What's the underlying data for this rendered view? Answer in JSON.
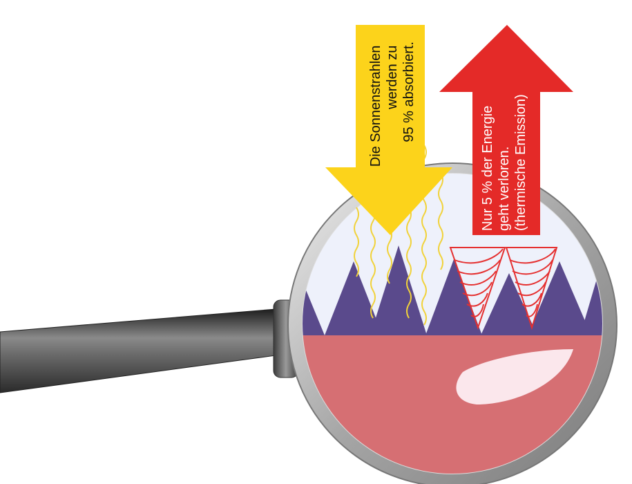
{
  "yellow_arrow": {
    "lines": [
      "Die Sonnenstrahlen",
      "werden zu",
      "95 % absorbiert."
    ]
  },
  "red_arrow": {
    "lines": [
      "Nur 5 % der Energie",
      "geht verloren.",
      "(thermische Emission)"
    ]
  },
  "colors": {
    "sun_arrow": "#fcd31b",
    "emission_arrow": "#e42a28",
    "absorber_peaks": "#5a4a8c",
    "substrate": "#d66f73",
    "lens_sky": "#eef1fb",
    "wave_lines": "#f1d23a",
    "emission_lines": "#e53030",
    "frame": "#b8b8b8",
    "handle": "#4a4a4a"
  },
  "icons": [
    "magnifying-glass-icon"
  ]
}
